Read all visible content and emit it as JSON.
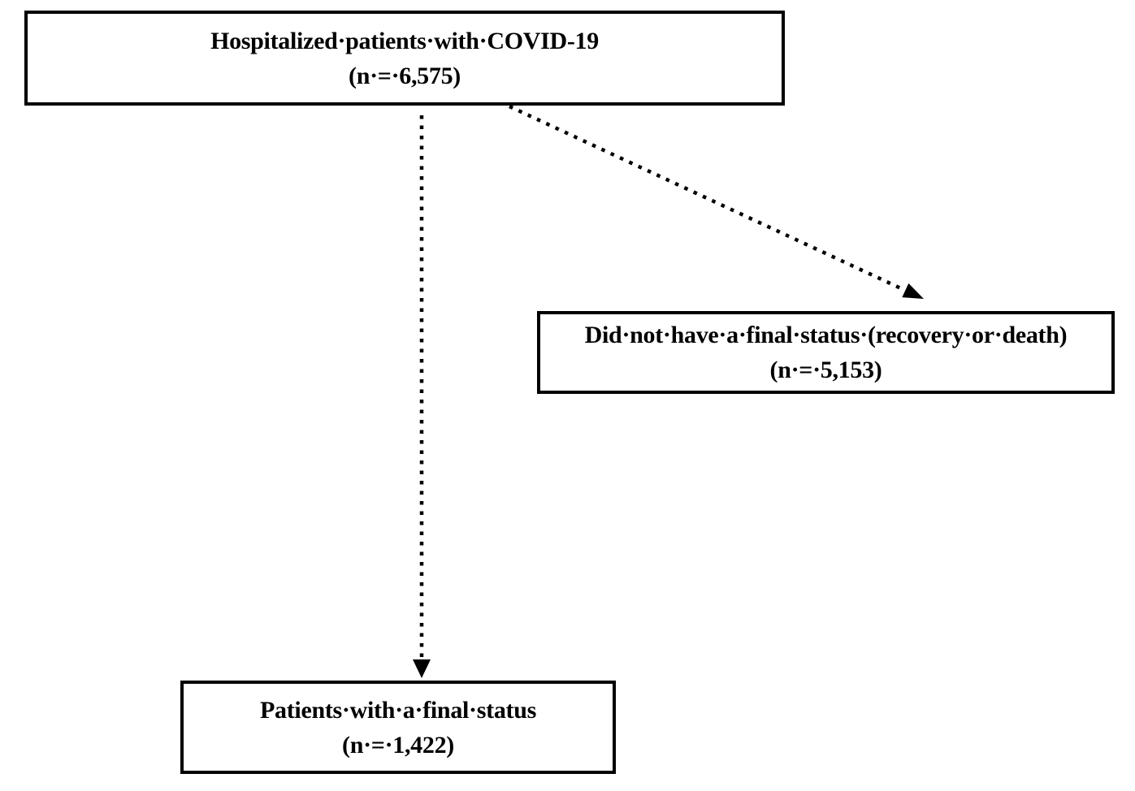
{
  "diagram": {
    "type": "flowchart",
    "boxes": {
      "top": {
        "line1": "Hospitalized·patients·with·COVID-19",
        "line2": "(n·=·6,575)"
      },
      "right": {
        "line1": "Did·not·have·a·final·status·(recovery·or·death)",
        "line2": "(n·=·5,153)"
      },
      "bottom": {
        "line1": "Patients·with·a·final·status",
        "line2": "(n·=·1,422)"
      }
    },
    "arrows": [
      {
        "name": "arrow-to-final-status",
        "from": "top",
        "to": "bottom",
        "style": "dotted"
      },
      {
        "name": "arrow-to-no-final-status",
        "from": "top",
        "to": "right",
        "style": "dotted"
      }
    ],
    "colors": {
      "background": "#ffffff",
      "border": "#000000",
      "text": "#000000",
      "arrow": "#000000"
    }
  }
}
